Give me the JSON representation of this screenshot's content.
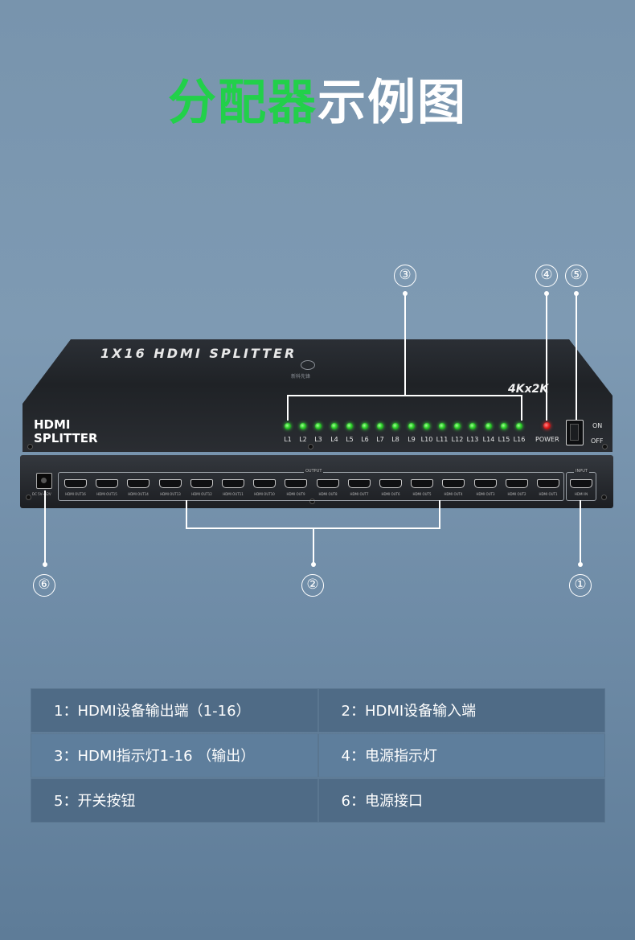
{
  "title": {
    "highlight": "分配器",
    "rest": "示例图"
  },
  "device": {
    "brand_line": "1X16 HDMI SPLITTER",
    "logo_text": "新科先锋",
    "resolution": "4Kx2K",
    "model_line1": "HDMI",
    "model_line2": "SPLITTER",
    "power_label": "POWER",
    "switch_on": "ON",
    "switch_off": "OFF",
    "output_title": "OUTPUT",
    "input_title": "INPUT",
    "input_port_label": "HDMI IN",
    "dc_label": "DC 5V~12V",
    "leds": [
      "L1",
      "L2",
      "L3",
      "L4",
      "L5",
      "L6",
      "L7",
      "L8",
      "L9",
      "L10",
      "L11",
      "L12",
      "L13",
      "L14",
      "L15",
      "L16"
    ],
    "output_ports": [
      "HDMI OUT16",
      "HDMI OUT15",
      "HDMI OUT14",
      "HDMI OUT13",
      "HDMI OUT12",
      "HDMI OUT11",
      "HDMI OUT10",
      "HDMI OUT9",
      "HDMI OUT8",
      "HDMI OUT7",
      "HDMI OUT6",
      "HDMI OUT5",
      "HDMI OUT4",
      "HDMI OUT3",
      "HDMI OUT2",
      "HDMI OUT1"
    ]
  },
  "callouts": [
    "①",
    "②",
    "③",
    "④",
    "⑤",
    "⑥"
  ],
  "legend": [
    [
      "1：HDMI设备输出端（1-16）",
      "2：HDMI设备输入端"
    ],
    [
      "3：HDMI指示灯1-16 （输出）",
      "4：电源指示灯"
    ],
    [
      "5：开关按钮",
      "6：电源接口"
    ]
  ],
  "colors": {
    "accent_green": "#22d04a",
    "led_green": "#2fd02b",
    "power_red": "#e01818"
  }
}
